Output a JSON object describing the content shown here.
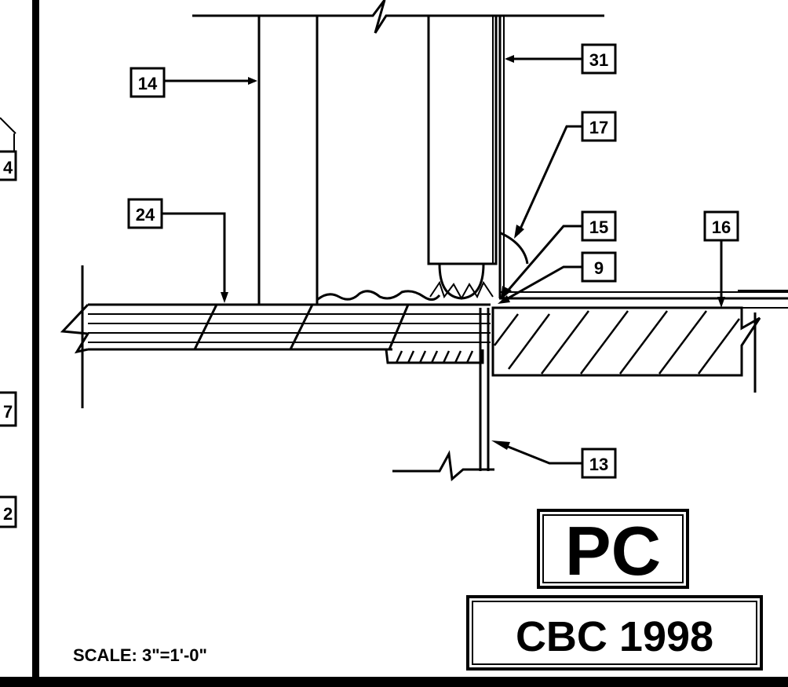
{
  "callouts": {
    "c14": "14",
    "c31": "31",
    "c17": "17",
    "c24": "24",
    "c15": "15",
    "c16": "16",
    "c9": "9",
    "c13": "13",
    "edge_a": "4",
    "edge_b": "7",
    "edge_c": "2"
  },
  "stamp_primary": "PC",
  "stamp_code": "CBC 1998",
  "scale_note": "SCALE:  3\"=1'-0\""
}
